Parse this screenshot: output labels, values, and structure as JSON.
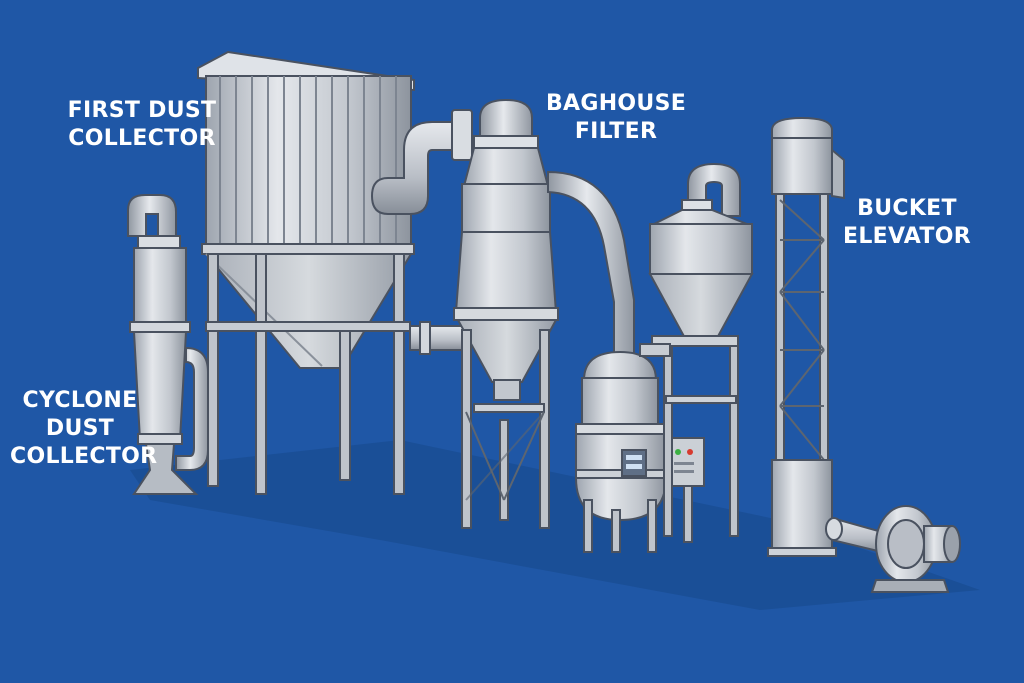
{
  "background_color": "#1f57a6",
  "metal_color": "#c9ced6",
  "labels": {
    "first_dust_collector": {
      "line1": "FIRST DUST",
      "line2": "COLLECTOR"
    },
    "baghouse_filter": {
      "line1": "BAGHOUSE",
      "line2": "FILTER"
    },
    "bucket_elevator": {
      "line1": "BUCKET",
      "line2": "ELEVATOR"
    },
    "cyclone_dust_collector": {
      "line1": "CYCLONE",
      "line2": "DUST",
      "line3": "COLLECTOR"
    }
  },
  "control_panel_lights": [
    "#3cb043",
    "#d63a2f"
  ]
}
